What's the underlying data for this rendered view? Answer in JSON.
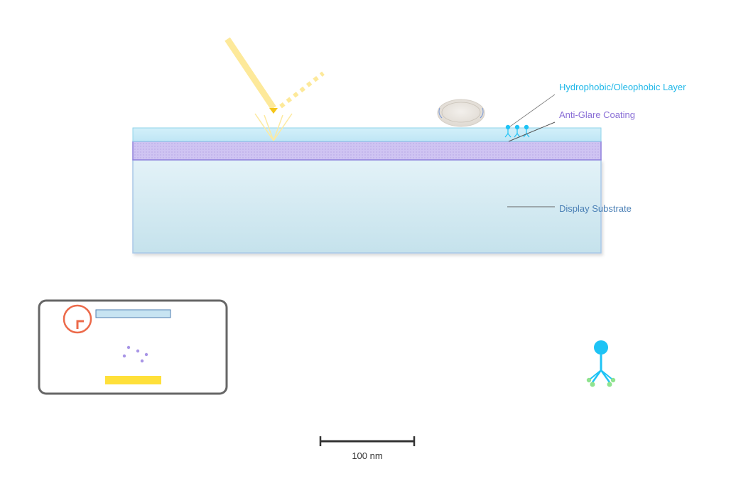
{
  "labels": {
    "hydrophobic": "Hydrophobic/Oleophobic Layer",
    "antiglare": "Anti-Glare Coating",
    "substrate": "Display Substrate"
  },
  "scale_bar": {
    "label": "100 nm"
  },
  "colors": {
    "hydrophobic_text": "#1ab6e8",
    "antiglare_text": "#8a6fd6",
    "substrate_text": "#4a7fb5",
    "top_layer": "#c7eaf7",
    "antiglare_layer": "#cfc4f2",
    "substrate_fill": "#d4ebf3",
    "light_beam": "#fde99a",
    "droplet": "#e9e5df",
    "molecule": "#1ec3f5",
    "molecule_tail": "#8fe38f",
    "legend_border": "#666666",
    "legend_circle": "#ec6a4a",
    "legend_bar": "#ffe03a",
    "legend_dots": "#a895e6"
  },
  "icons": {
    "light_ray": "light-ray-icon",
    "droplet": "water-droplet-icon",
    "molecule": "molecule-icon",
    "legend_clock": "circle-icon"
  }
}
